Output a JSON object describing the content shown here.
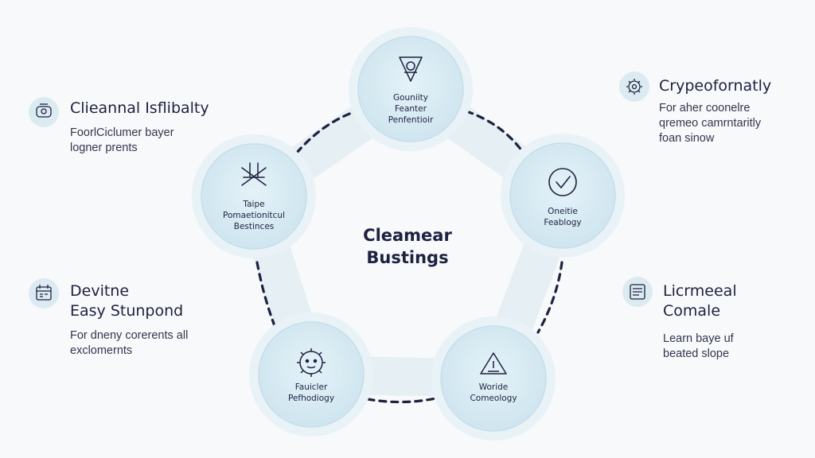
{
  "center": {
    "line1": "Cleamear",
    "line2": "Bustings"
  },
  "nodes": [
    {
      "id": "top",
      "icon": "shield-triangle-icon",
      "lines": [
        "Gouniity",
        "Feanter",
        "Penfentioir"
      ]
    },
    {
      "id": "right",
      "icon": "checkmark-circle-icon",
      "lines": [
        "Oneitie",
        "Feablogy"
      ]
    },
    {
      "id": "bottom-right",
      "icon": "warning-triangle-icon",
      "lines": [
        "Woride",
        "Comeology"
      ]
    },
    {
      "id": "bottom-left",
      "icon": "gear-face-icon",
      "lines": [
        "Fauicler",
        "Pefhodiogy"
      ]
    },
    {
      "id": "left",
      "icon": "tools-icon",
      "lines": [
        "Taipe",
        "Pomaetionitcul",
        "Bestinces"
      ]
    }
  ],
  "side_items": [
    {
      "id": "top-left",
      "icon": "badge-icon",
      "title": [
        "Clieannal Isflibalty"
      ],
      "desc": [
        "FoorlCiclumer bayer",
        "logner prents"
      ]
    },
    {
      "id": "bottom-left",
      "icon": "calendar-icon",
      "title": [
        "Devitne",
        "Easy Stunpond"
      ],
      "desc": [
        "For dneny corerents all",
        "exclomernts"
      ]
    },
    {
      "id": "top-right",
      "icon": "gear-icon",
      "title": [
        "Crypeofornatly"
      ],
      "desc": [
        "For aher coonelre",
        "qremeo camrntaritly",
        "foan sinow"
      ]
    },
    {
      "id": "bottom-right",
      "icon": "document-icon",
      "title": [
        "Licrmeeal",
        "Comale"
      ],
      "desc": [
        "Learn baye uf",
        "beated slope"
      ]
    }
  ],
  "colors": {
    "node_fill": "#d9ecf4",
    "ring": "#e8f1f5",
    "ink": "#1e2140",
    "background": "#f7f9fa"
  }
}
